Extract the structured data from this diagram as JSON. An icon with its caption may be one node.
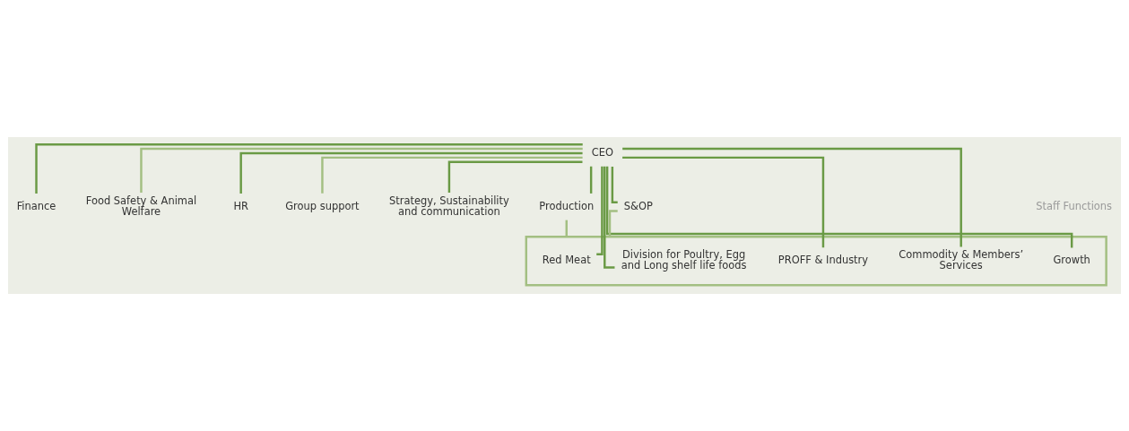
{
  "diagram": {
    "nodes": [
      {
        "text": [
          "CEO"
        ]
      },
      {
        "text": [
          "Finance"
        ]
      },
      {
        "text": [
          "Food Safety & Animal Welfare"
        ]
      },
      {
        "text": [
          "HR"
        ]
      },
      {
        "text": [
          "Group support"
        ]
      },
      {
        "text": [
          "Strategy, Sustainability and communication"
        ]
      },
      {
        "text": [
          "Production"
        ]
      },
      {
        "text": [
          "S&OP"
        ]
      },
      {
        "text": [],
        "shape": "box"
      },
      {
        "text": [
          "Red Meat"
        ],
        "in": 8
      },
      {
        "text": [
          "Division for Poultry, Egg and Long shelf life foods"
        ],
        "in": 8
      },
      {
        "text": [
          "PROFF & Industry"
        ],
        "in": 8
      },
      {
        "text": [
          "Commodity & Members’ Services"
        ],
        "in": 8
      },
      {
        "text": [
          "Growth"
        ],
        "in": 8
      }
    ],
    "edges": [
      {
        "from": 0,
        "to": 1,
        "arrow": "none"
      },
      {
        "from": 0,
        "to": 2,
        "arrow": "none",
        "color": "#a3bf82"
      },
      {
        "from": 0,
        "to": 3,
        "arrow": "none"
      },
      {
        "from": 0,
        "to": 4,
        "arrow": "none",
        "color": "#a3bf82"
      },
      {
        "from": 0,
        "to": 5,
        "arrow": "none"
      },
      {
        "from": 0,
        "to": 6,
        "arrow": "none"
      },
      {
        "from": 0,
        "to": 7,
        "arrow": "none"
      },
      {
        "from": 0,
        "to": 9,
        "arrow": "none"
      },
      {
        "from": 0,
        "to": 10,
        "arrow": "none"
      },
      {
        "from": 0,
        "to": 11,
        "arrow": "none"
      },
      {
        "from": 0,
        "to": 12,
        "arrow": "none"
      },
      {
        "from": 0,
        "to": 13,
        "arrow": "none"
      },
      {
        "from": 6,
        "to": 8,
        "arrow": "none",
        "color": "#a3bf82"
      },
      {
        "from": 7,
        "to": 8,
        "arrow": "none",
        "color": "#a3bf82"
      }
    ],
    "labels": [
      "Staff Functions"
    ]
  }
}
